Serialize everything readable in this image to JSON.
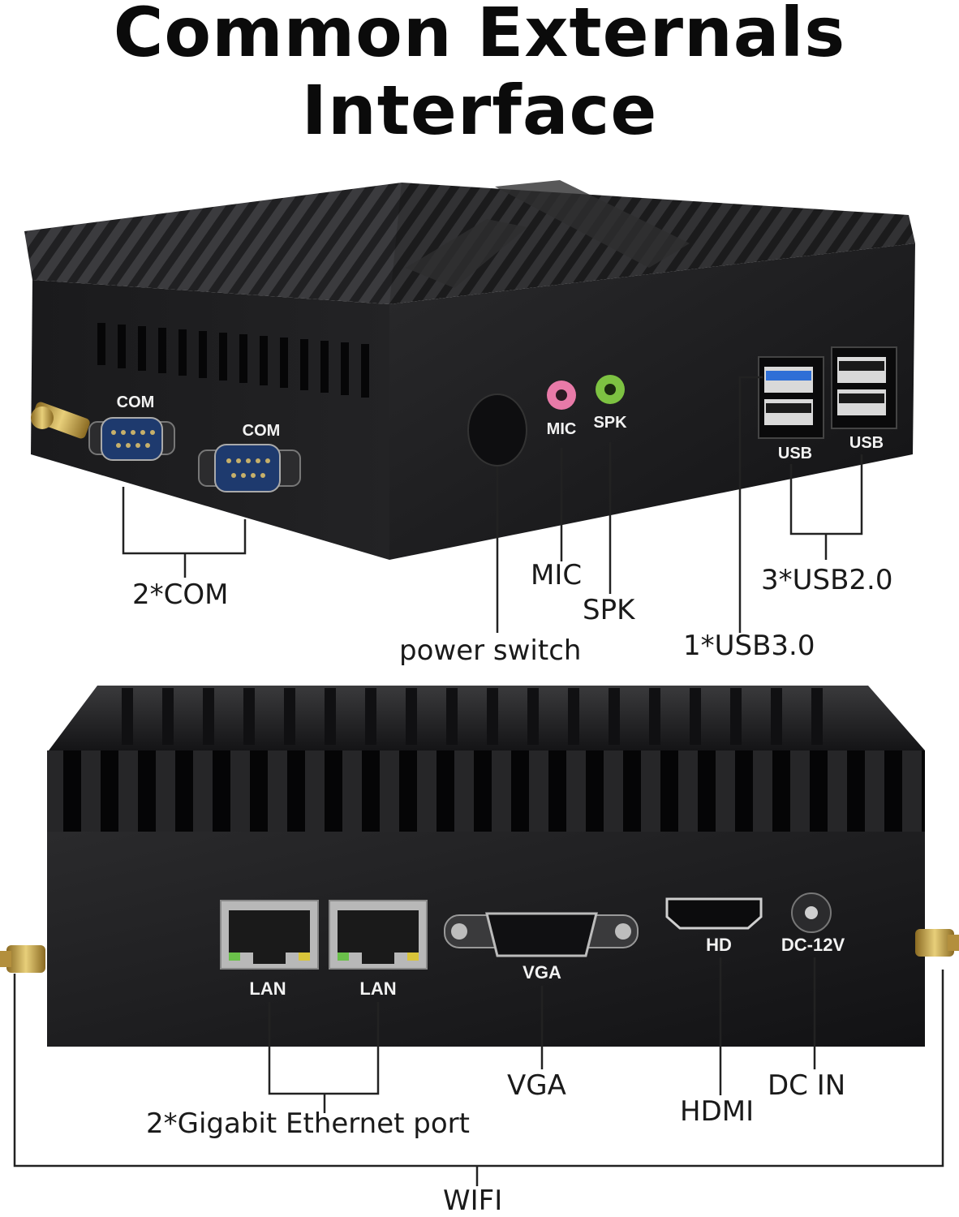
{
  "title": {
    "line1": "Common Externals",
    "line2": "Interface"
  },
  "top_device": {
    "port_labels": {
      "com_left": "COM",
      "com_right": "COM",
      "mic": "MIC",
      "spk": "SPK",
      "usb_left": "USB",
      "usb_right": "USB"
    },
    "callouts": {
      "com": "2*COM",
      "mic": "MIC",
      "spk": "SPK",
      "power": "power switch",
      "usb3": "1*USB3.0",
      "usb2": "3*USB2.0"
    }
  },
  "bottom_device": {
    "port_labels": {
      "lan_left": "LAN",
      "lan_right": "LAN",
      "vga": "VGA",
      "hd": "HD",
      "dc": "DC-12V"
    },
    "callouts": {
      "ethernet": "2*Gigabit Ethernet port",
      "vga": "VGA",
      "hdmi": "HDMI",
      "dc": "DC IN",
      "wifi": "WIFI"
    }
  },
  "colors": {
    "device_body": "#1c1c1e",
    "mic_jack": "#e87aa8",
    "spk_jack": "#7dc242",
    "usb3_tongue": "#2f6fd6",
    "antenna": "#c9a54a"
  }
}
